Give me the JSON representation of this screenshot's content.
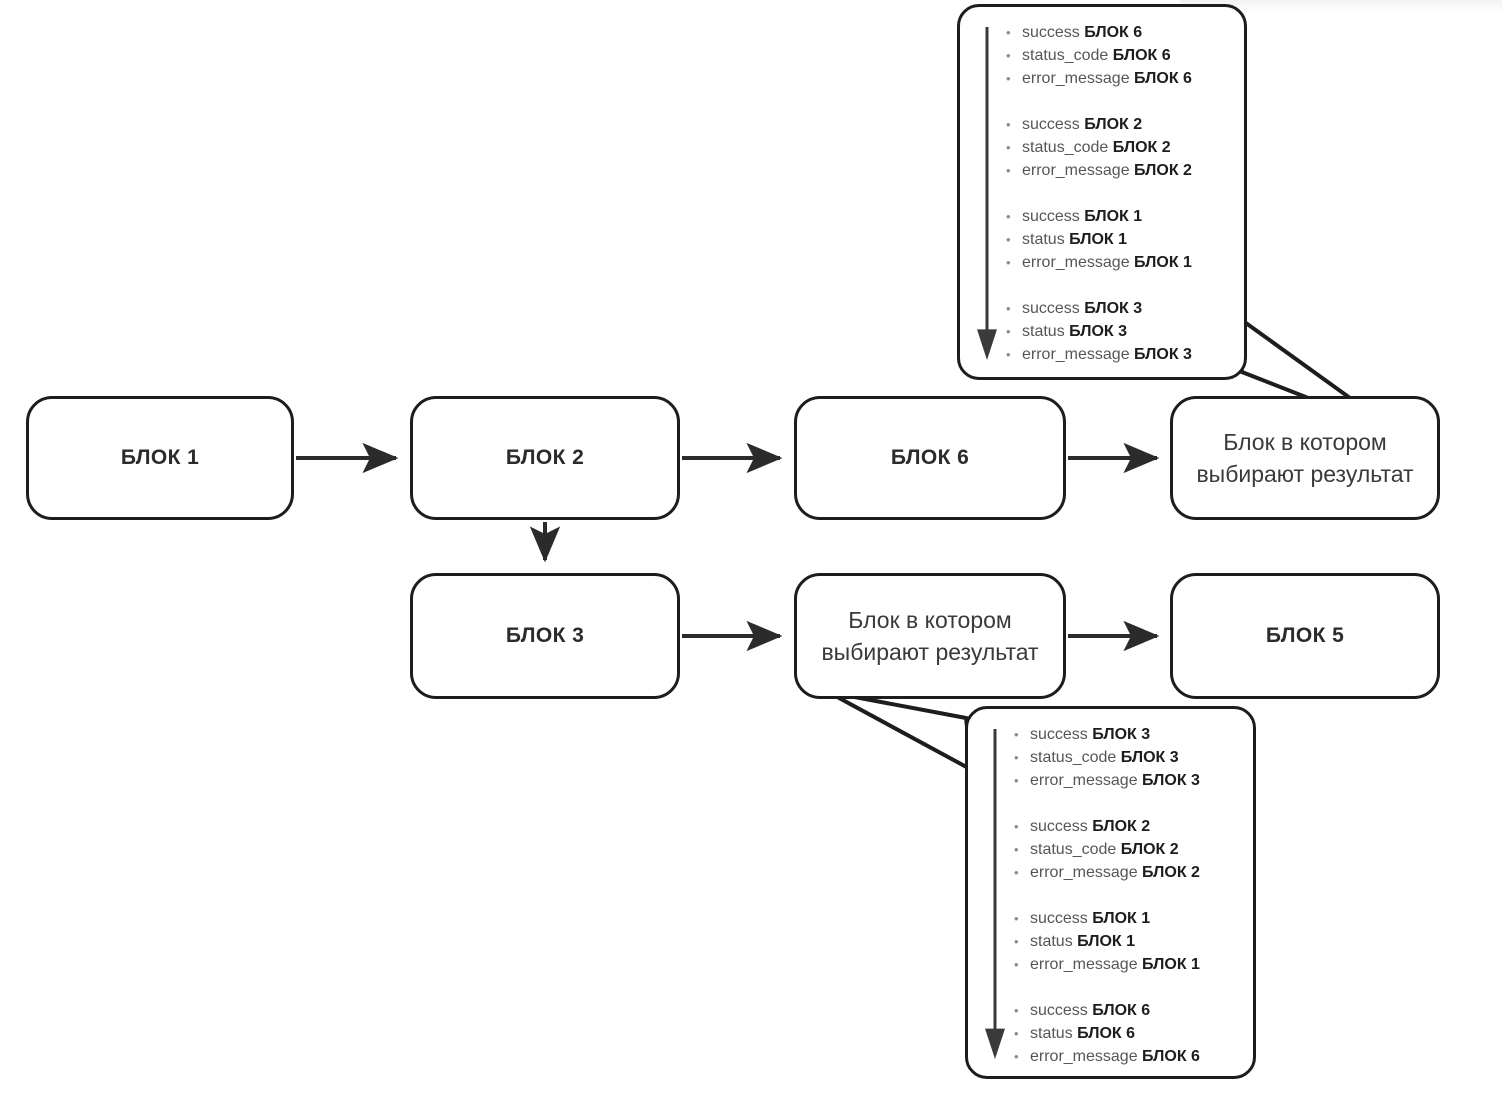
{
  "diagram": {
    "title_text": "",
    "colors": {
      "stroke": "#1d1d1d",
      "background": "#ffffff",
      "label_strong": "#2b2b2b",
      "label_muted": "#565656"
    },
    "nodes": [
      {
        "id": "block1",
        "label": "БЛОК 1"
      },
      {
        "id": "block2",
        "label": "БЛОК 2"
      },
      {
        "id": "block6",
        "label": "БЛОК 6"
      },
      {
        "id": "select_top",
        "label": "Блок в котором выбирают результат"
      },
      {
        "id": "block3",
        "label": "БЛОК 3"
      },
      {
        "id": "select_bottom",
        "label": "Блок в котором выбирают результат"
      },
      {
        "id": "block5",
        "label": "БЛОК 5"
      }
    ],
    "edges": [
      {
        "from": "block1",
        "to": "block2",
        "direction": "right"
      },
      {
        "from": "block2",
        "to": "block6",
        "direction": "right"
      },
      {
        "from": "block6",
        "to": "select_top",
        "direction": "right"
      },
      {
        "from": "block2",
        "to": "block3",
        "direction": "down"
      },
      {
        "from": "block3",
        "to": "select_bottom",
        "direction": "right"
      },
      {
        "from": "select_bottom",
        "to": "block5",
        "direction": "right"
      }
    ],
    "callouts": [
      {
        "id": "callout_top",
        "points_to": "select_top",
        "groups": [
          [
            {
              "field": "success",
              "block": "БЛОК 6"
            },
            {
              "field": "status_code",
              "block": "БЛОК 6"
            },
            {
              "field": "error_message",
              "block": "БЛОК 6"
            }
          ],
          [
            {
              "field": "success",
              "block": "БЛОК 2"
            },
            {
              "field": "status_code",
              "block": "БЛОК 2"
            },
            {
              "field": "error_message",
              "block": "БЛОК 2"
            }
          ],
          [
            {
              "field": "success",
              "block": "БЛОК 1"
            },
            {
              "field": "status",
              "block": "БЛОК 1"
            },
            {
              "field": "error_message",
              "block": "БЛОК 1"
            }
          ],
          [
            {
              "field": "success",
              "block": "БЛОК 3"
            },
            {
              "field": "status",
              "block": "БЛОК 3"
            },
            {
              "field": "error_message",
              "block": "БЛОК 3"
            }
          ]
        ]
      },
      {
        "id": "callout_bottom",
        "points_to": "select_bottom",
        "groups": [
          [
            {
              "field": "success",
              "block": "БЛОК 3"
            },
            {
              "field": "status_code",
              "block": "БЛОК 3"
            },
            {
              "field": "error_message",
              "block": "БЛОК 3"
            }
          ],
          [
            {
              "field": "success",
              "block": "БЛОК 2"
            },
            {
              "field": "status_code",
              "block": "БЛОК 2"
            },
            {
              "field": "error_message",
              "block": "БЛОК 2"
            }
          ],
          [
            {
              "field": "success",
              "block": "БЛОК 1"
            },
            {
              "field": "status",
              "block": "БЛОК 1"
            },
            {
              "field": "error_message",
              "block": "БЛОК 1"
            }
          ],
          [
            {
              "field": "success",
              "block": "БЛОК 6"
            },
            {
              "field": "status",
              "block": "БЛОК 6"
            },
            {
              "field": "error_message",
              "block": "БЛОК 6"
            }
          ]
        ]
      }
    ]
  }
}
